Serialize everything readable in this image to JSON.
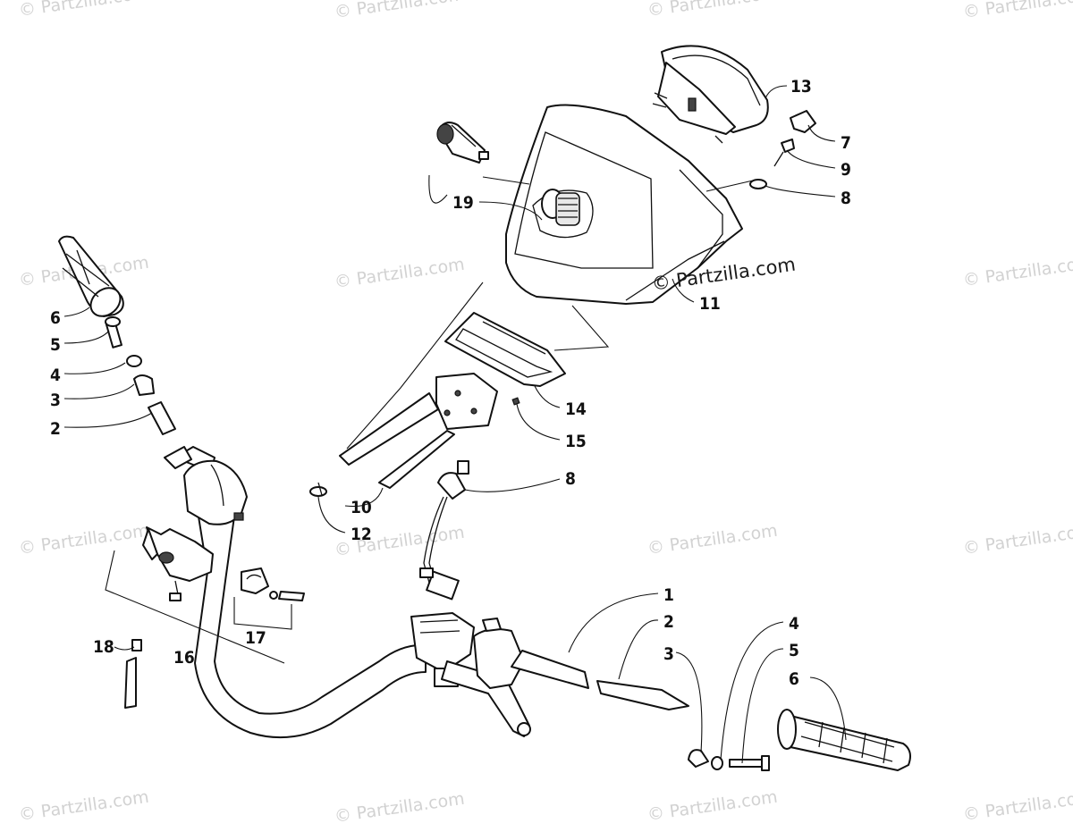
{
  "watermark": "© Partzilla.com",
  "callouts": [
    {
      "id": "c13",
      "label": "13"
    },
    {
      "id": "c7",
      "label": "7"
    },
    {
      "id": "c9",
      "label": "9"
    },
    {
      "id": "c8a",
      "label": "8"
    },
    {
      "id": "c19",
      "label": "19"
    },
    {
      "id": "c11",
      "label": "11"
    },
    {
      "id": "c14",
      "label": "14"
    },
    {
      "id": "c15",
      "label": "15"
    },
    {
      "id": "c8b",
      "label": "8"
    },
    {
      "id": "c10",
      "label": "10"
    },
    {
      "id": "c12",
      "label": "12"
    },
    {
      "id": "c6l",
      "label": "6"
    },
    {
      "id": "c5l",
      "label": "5"
    },
    {
      "id": "c4l",
      "label": "4"
    },
    {
      "id": "c3l",
      "label": "3"
    },
    {
      "id": "c2l",
      "label": "2"
    },
    {
      "id": "c16",
      "label": "16"
    },
    {
      "id": "c17",
      "label": "17"
    },
    {
      "id": "c18",
      "label": "18"
    },
    {
      "id": "c1",
      "label": "1"
    },
    {
      "id": "c2r",
      "label": "2"
    },
    {
      "id": "c3r",
      "label": "3"
    },
    {
      "id": "c4r",
      "label": "4"
    },
    {
      "id": "c5r",
      "label": "5"
    },
    {
      "id": "c6r",
      "label": "6"
    }
  ]
}
